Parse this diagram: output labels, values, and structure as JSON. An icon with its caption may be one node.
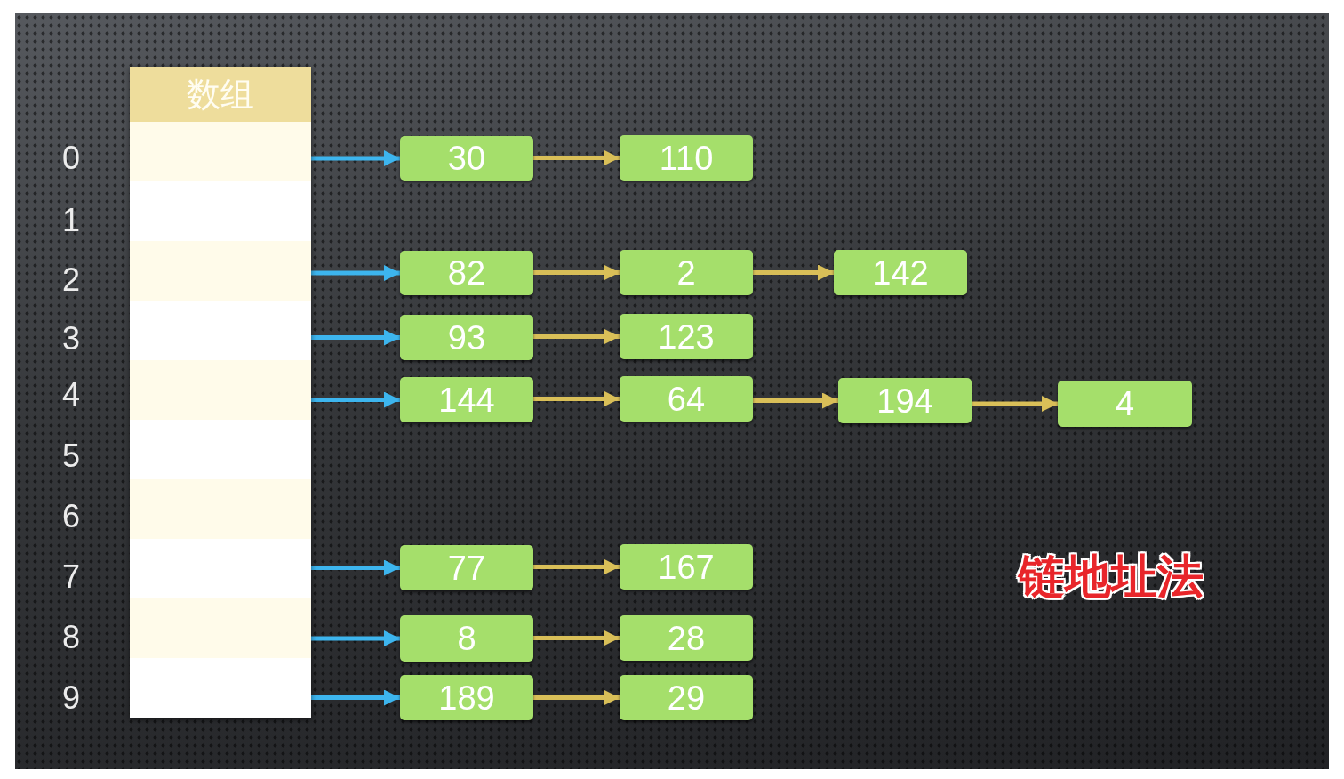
{
  "diagram": {
    "title": "链地址法",
    "nodes": [
      {
        "text": [
          "数组"
        ]
      },
      {
        "text": [],
        "shape": "box",
        "in": 0,
        "beside": [
          "0"
        ]
      },
      {
        "text": [],
        "shape": "box",
        "in": 0,
        "beside": [
          "1"
        ]
      },
      {
        "text": [],
        "shape": "box",
        "in": 0,
        "beside": [
          "2"
        ]
      },
      {
        "text": [],
        "shape": "box",
        "in": 0,
        "beside": [
          "3"
        ]
      },
      {
        "text": [],
        "shape": "box",
        "in": 0,
        "beside": [
          "4"
        ]
      },
      {
        "text": [],
        "shape": "box",
        "in": 0,
        "beside": [
          "5"
        ]
      },
      {
        "text": [],
        "shape": "box",
        "in": 0,
        "beside": [
          "6"
        ]
      },
      {
        "text": [],
        "shape": "box",
        "in": 0,
        "beside": [
          "7"
        ]
      },
      {
        "text": [],
        "shape": "box",
        "in": 0,
        "beside": [
          "8"
        ]
      },
      {
        "text": [],
        "shape": "box",
        "in": 0,
        "beside": [
          "9"
        ]
      },
      {
        "text": [
          "30"
        ]
      },
      {
        "text": [
          "110"
        ]
      },
      {
        "text": [
          "82"
        ]
      },
      {
        "text": [
          "2"
        ]
      },
      {
        "text": [
          "142"
        ]
      },
      {
        "text": [
          "93"
        ]
      },
      {
        "text": [
          "123"
        ]
      },
      {
        "text": [
          "144"
        ]
      },
      {
        "text": [
          "64"
        ]
      },
      {
        "text": [
          "194"
        ]
      },
      {
        "text": [
          "4"
        ]
      },
      {
        "text": [
          "77"
        ]
      },
      {
        "text": [
          "167"
        ]
      },
      {
        "text": [
          "8"
        ]
      },
      {
        "text": [
          "28"
        ]
      },
      {
        "text": [
          "189"
        ]
      },
      {
        "text": [
          "29"
        ]
      }
    ],
    "edges": [
      {
        "from": 1,
        "to": 11,
        "arrow": "to",
        "color": "#3db5ee"
      },
      {
        "from": 11,
        "to": 12,
        "arrow": "to"
      },
      {
        "from": 3,
        "to": 13,
        "arrow": "to",
        "color": "#3db5ee"
      },
      {
        "from": 13,
        "to": 14,
        "arrow": "to"
      },
      {
        "from": 14,
        "to": 15,
        "arrow": "to"
      },
      {
        "from": 4,
        "to": 16,
        "arrow": "to",
        "color": "#3db5ee"
      },
      {
        "from": 16,
        "to": 17,
        "arrow": "to"
      },
      {
        "from": 5,
        "to": 18,
        "arrow": "to",
        "color": "#3db5ee"
      },
      {
        "from": 18,
        "to": 19,
        "arrow": "to"
      },
      {
        "from": 19,
        "to": 20,
        "arrow": "to"
      },
      {
        "from": 20,
        "to": 21,
        "arrow": "to"
      },
      {
        "from": 8,
        "to": 22,
        "arrow": "to",
        "color": "#3db5ee"
      },
      {
        "from": 22,
        "to": 23,
        "arrow": "to"
      },
      {
        "from": 9,
        "to": 24,
        "arrow": "to",
        "color": "#3db5ee"
      },
      {
        "from": 24,
        "to": 25,
        "arrow": "to"
      },
      {
        "from": 10,
        "to": 26,
        "arrow": "to",
        "color": "#3db5ee"
      },
      {
        "from": 26,
        "to": 27,
        "arrow": "to"
      }
    ]
  }
}
